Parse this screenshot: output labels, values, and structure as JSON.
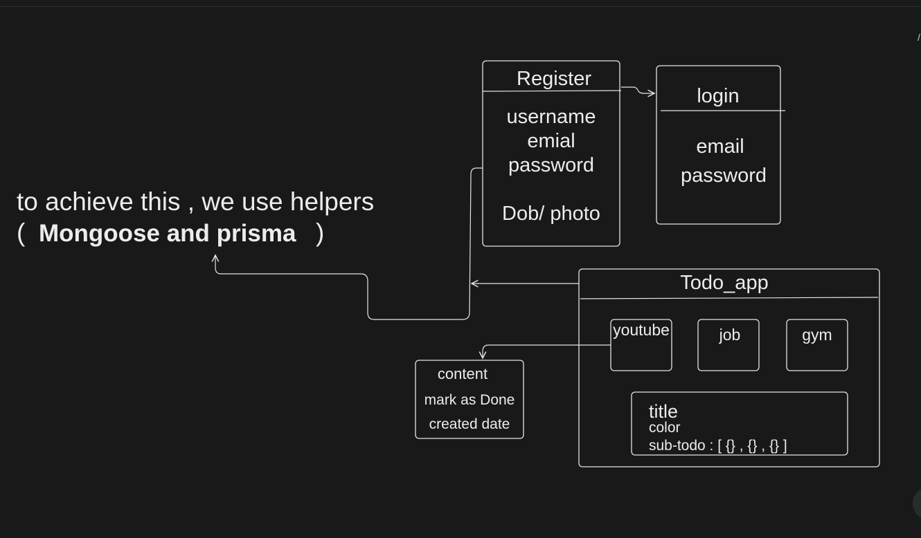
{
  "note": {
    "line1": "to achieve  this , we use helpers",
    "line2_open": "(",
    "line2_bold": "Mongoose and prisma",
    "line2_close": ")"
  },
  "register": {
    "title": "Register",
    "fields": [
      "username",
      "emial",
      "password"
    ],
    "extra": "Dob/ photo"
  },
  "login": {
    "title": "login",
    "fields": [
      "email",
      "password"
    ]
  },
  "todo_app": {
    "title": "Todo_app",
    "categories": [
      "youtube",
      "job",
      "gym"
    ],
    "todo": {
      "title": "title",
      "color": "color",
      "subtodo": "sub-todo : [ {} , {} , {} ]"
    }
  },
  "content_box": {
    "lines": [
      "content",
      "mark as Done",
      "created date"
    ]
  },
  "colors": {
    "background": "#191919",
    "stroke": "#e6e6e6",
    "text": "#ececec"
  }
}
